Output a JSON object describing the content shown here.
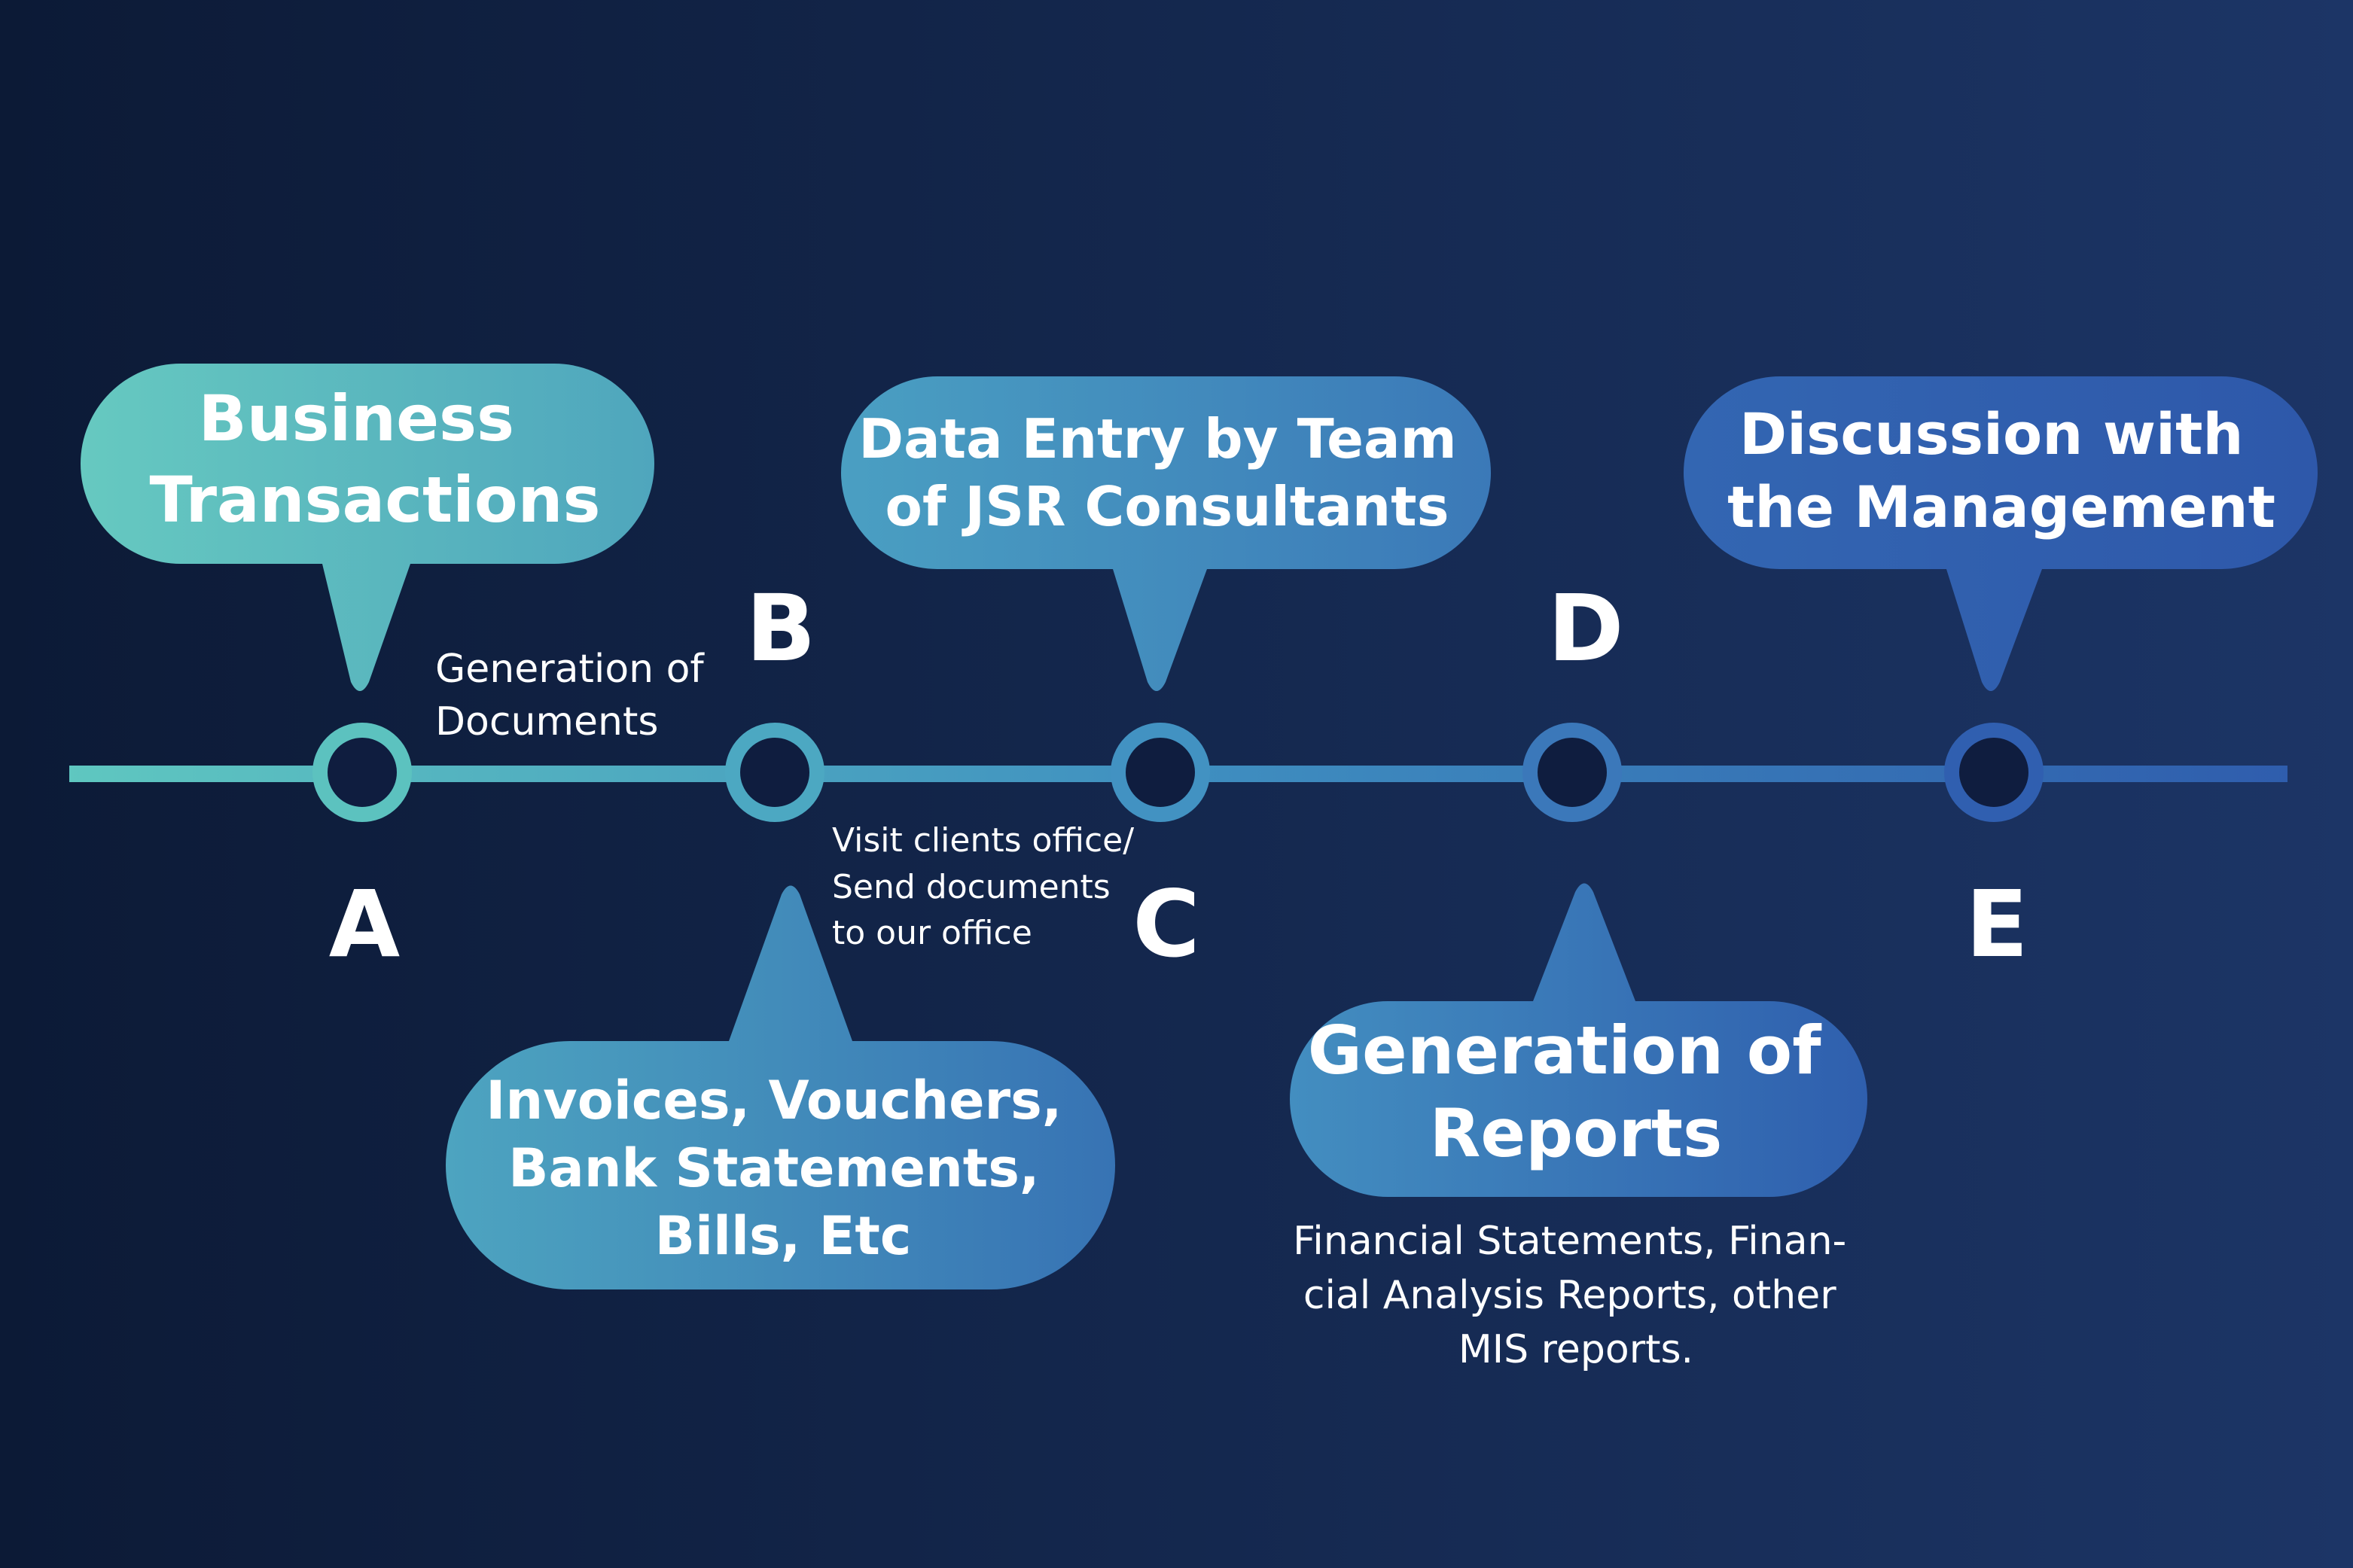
{
  "colors": {
    "background_left": "#0c1a36",
    "background_right": "#1c3566",
    "teal": "#5fc7c0",
    "mid_blue": "#4296c3",
    "deep_blue": "#2f5dad",
    "node_fill": "#101e40"
  },
  "stages": [
    {
      "letter": "A",
      "title_lines": [
        "Business",
        "Transactions"
      ]
    },
    {
      "letter": "B",
      "title_lines": [
        "Invoices, Vouchers,",
        "Bank Statements,",
        "Bills, Etc"
      ]
    },
    {
      "letter": "C",
      "title_lines": [
        "Data Entry by Team",
        "of JSR Consultants"
      ]
    },
    {
      "letter": "D",
      "title_lines": [
        "Generation of",
        "Reports"
      ]
    },
    {
      "letter": "E",
      "title_lines": [
        "Discussion with",
        "the Management"
      ]
    }
  ],
  "notes": {
    "a_to_b": [
      "Generation of",
      "Documents"
    ],
    "b_to_c": [
      "Visit clients office/",
      "Send documents",
      "to our office"
    ],
    "reports_detail": [
      "Financial Statements, Finan-",
      "cial Analysis Reports, other",
      "MIS reports."
    ]
  }
}
